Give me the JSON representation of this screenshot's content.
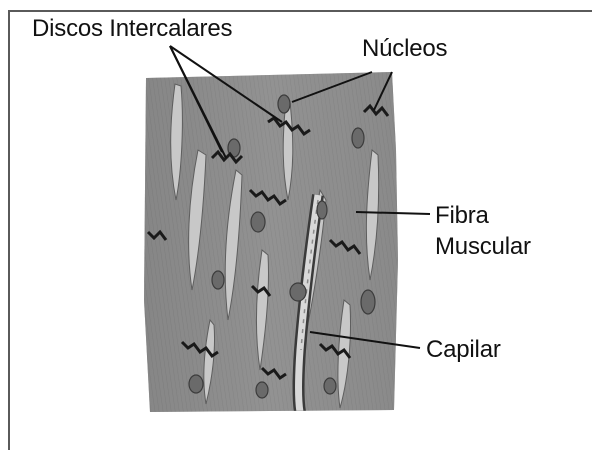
{
  "labels": {
    "intercalated_discs": "Discos Intercalares",
    "nuclei": "Núcleos",
    "muscle_fiber_line1": "Fibra",
    "muscle_fiber_line2": "Muscular",
    "capillary": "Capilar"
  },
  "colors": {
    "tissue_base": "#8e8e8e",
    "tissue_dark": "#5e5e5e",
    "tissue_light": "#c4c4c4",
    "disc": "#1a1a1a",
    "text": "#111111",
    "frame": "#5a5a5a"
  }
}
